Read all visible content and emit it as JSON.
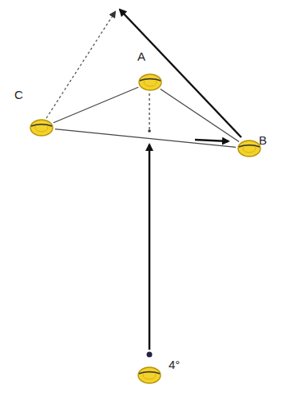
{
  "diagram": {
    "nodes": [
      {
        "text": [
          "A"
        ]
      },
      {
        "text": [
          "C"
        ]
      },
      {
        "text": [
          "B"
        ]
      },
      {
        "text": [
          "4°"
        ]
      }
    ],
    "edges": [
      {
        "from": 0,
        "to": 2,
        "arrow": "none"
      },
      {
        "from": 0,
        "to": 1,
        "arrow": "none"
      },
      {
        "from": 1,
        "to": 2,
        "arrow": "none"
      }
    ]
  }
}
